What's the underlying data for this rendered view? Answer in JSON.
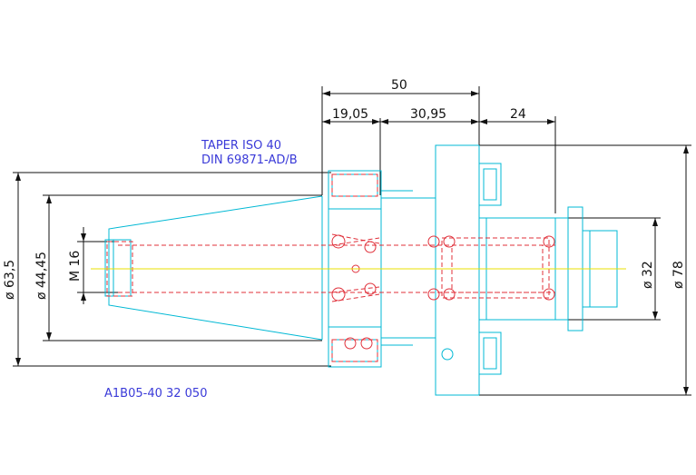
{
  "drawing": {
    "note_line1": "TAPER ISO 40",
    "note_line2": "DIN 69871-AD/B",
    "part_number": "A1B05-40 32 050"
  },
  "dimensions": {
    "overall_length": "50",
    "flange_offset": "19,05",
    "body_length": "30,95",
    "projection": "24",
    "dia_taper_major": "ø 63,5",
    "dia_taper_gauge": "ø 44,45",
    "thread": "M 16",
    "dia_bore": "ø 32",
    "dia_body": "ø 78"
  },
  "colors": {
    "outline": "#00b8d4",
    "hidden": "#e0303a",
    "centerline": "#e8e000",
    "dimension": "#111111",
    "note": "#3a3ad8"
  }
}
